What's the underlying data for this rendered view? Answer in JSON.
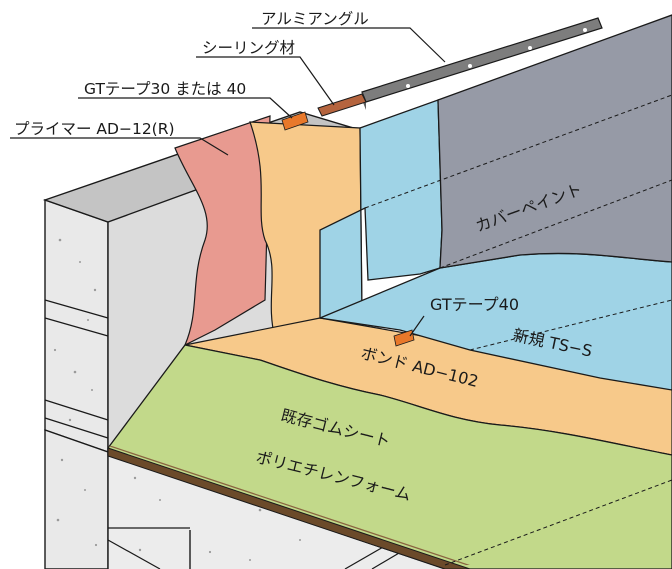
{
  "callouts": {
    "aluminum_angle": "アルミアングル",
    "sealing": "シーリング材",
    "gt_tape_30_40": "GTテープ30 または 40",
    "primer": "プライマー AD−12(R)"
  },
  "layers": {
    "cover_paint": "カバーペイント",
    "gt_tape_40": "GTテープ40",
    "new_ts_s": "新規 TS−S",
    "bond": "ボンド AD−102",
    "existing_rubber": "既存ゴムシート",
    "polyethylene_foam": "ポリエチレンフォーム"
  },
  "colors": {
    "concrete": "#e8e8e8",
    "parapet_top": "#c4c4c4",
    "primer_pink": "#e89a90",
    "bond_orange": "#f7c98a",
    "sheet_blue": "#9fd3e6",
    "cover_gray": "#969aa6",
    "rubber_green": "#c2d98a",
    "foam_brown": "#6b4a2a",
    "tape_orange": "#e8782a",
    "angle_gray": "#7d7d7d"
  }
}
